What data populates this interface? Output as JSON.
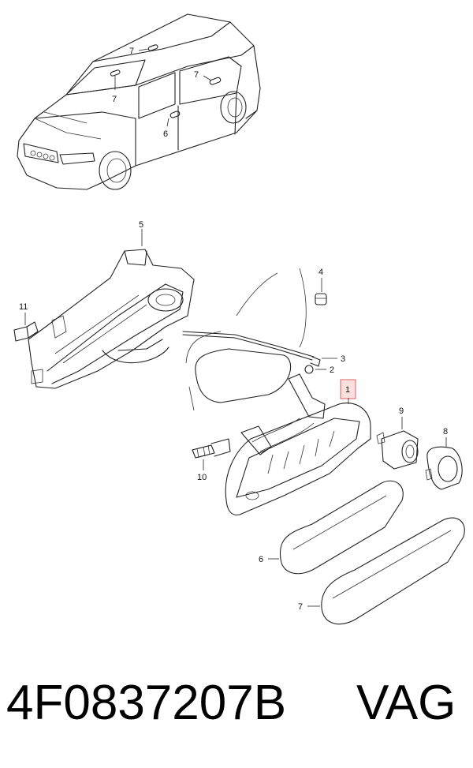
{
  "callouts": {
    "c1": "1",
    "c2": "2",
    "c3": "3",
    "c4": "4",
    "c5": "5",
    "c6_car": "6",
    "c6": "6",
    "c7_roof": "7",
    "c7_windshield": "7",
    "c7_rear": "7",
    "c7": "7",
    "c8": "8",
    "c9": "9",
    "c10": "10",
    "c11": "11"
  },
  "footer": {
    "part_number": "4F0837207B",
    "brand": "VAG"
  },
  "colors": {
    "line": "#222222",
    "highlight_box": "#e06060"
  }
}
